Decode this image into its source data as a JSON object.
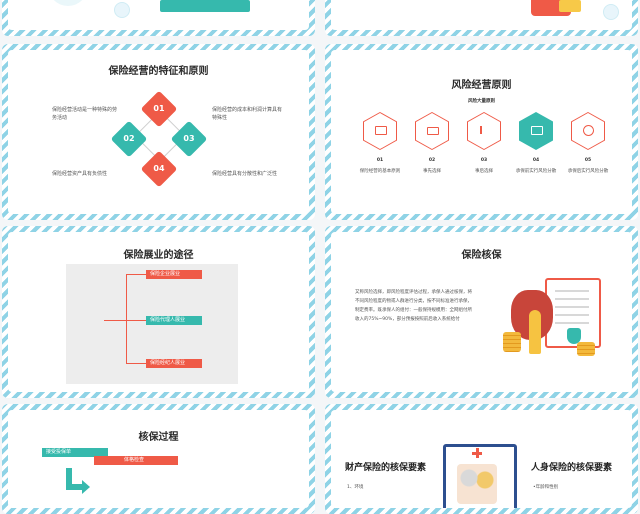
{
  "colors": {
    "teal": "#36b9ad",
    "coral": "#ef5a47",
    "stripe": "#8fd3e6",
    "gray_panel": "#ededed"
  },
  "slide3": {
    "title": "保险经营的特征和原则",
    "left_top": "保险经营活动是一种特殊的劳务活动",
    "left_bottom": "保险经营资产具有负债性",
    "right_top": "保险经营的成本和利润计算具有特殊性",
    "right_bottom": "保险经营具有分散性和广泛性",
    "diamonds": [
      "01",
      "02",
      "03",
      "04"
    ]
  },
  "slide4": {
    "title": "风险经营原则",
    "subtitle": "风险大量原则",
    "steps": [
      {
        "num": "01",
        "label": "保险经营的基本原则",
        "icon": "tv-icon"
      },
      {
        "num": "02",
        "label": "事先选择",
        "icon": "battery-icon"
      },
      {
        "num": "03",
        "label": "事后选择",
        "icon": "volume-icon"
      },
      {
        "num": "04",
        "label": "承保前实行风险分散",
        "icon": "cast-icon"
      },
      {
        "num": "05",
        "label": "承保后实行风险分散",
        "icon": "pig-icon"
      }
    ]
  },
  "slide5": {
    "title": "保险展业的途径",
    "items": [
      "保险企业展业",
      "保险代理人展业",
      "保险经纪人展业"
    ]
  },
  "slide6": {
    "title": "保险核保",
    "body": "又称风险选择，即风险程度评估过程，承保人通过核保，将不同风险程度的物或人群进行分类，按不同标准进行承保，制定费率。既承保人的组付：一般保持规模用：全网组付所收入的75%~90%，部分预报按照前后收入系统给付"
  },
  "slide7": {
    "title": "核保过程",
    "steps": [
      "接受投保单",
      "体格检查"
    ]
  },
  "slide8": {
    "left_title": "财产保险的核保要素",
    "right_title": "人身保险的核保要素",
    "left_items": [
      "1、环境"
    ],
    "right_items": [
      "•年龄和性别"
    ]
  }
}
